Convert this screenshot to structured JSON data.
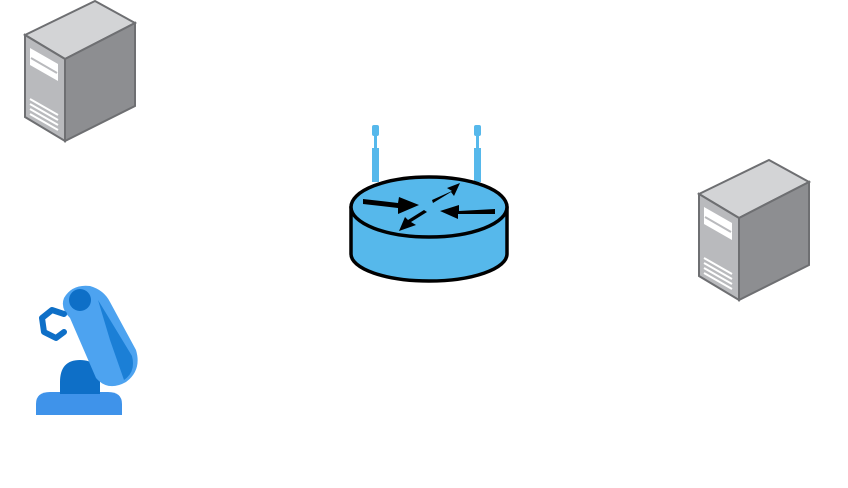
{
  "diagram": {
    "nodes": [
      {
        "id": "server-1",
        "icon": "server-tower-icon"
      },
      {
        "id": "wireless-router",
        "icon": "wireless-router-icon"
      },
      {
        "id": "server-2",
        "icon": "server-tower-icon"
      },
      {
        "id": "robot-arm",
        "icon": "robot-arm-icon"
      }
    ],
    "colors": {
      "server_front": "#b9babd",
      "server_side": "#8d8e91",
      "server_top": "#d3d4d6",
      "server_outline": "#6e6f72",
      "router_body": "#56b8eb",
      "router_outline": "#000000",
      "antenna": "#56b8eb",
      "robot_light": "#4da3f0",
      "robot_dark": "#0e6fc7"
    }
  }
}
